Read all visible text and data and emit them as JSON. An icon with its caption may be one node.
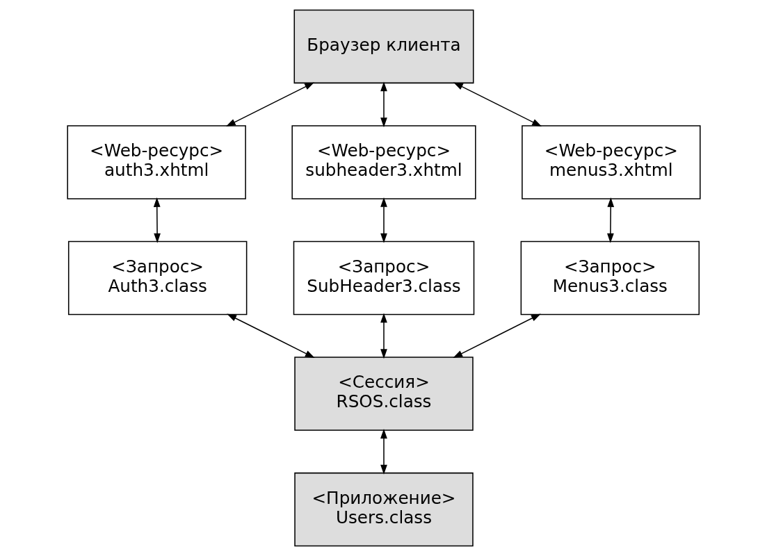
{
  "diagram": {
    "nodes": [
      {
        "text": [
          "Браузер клиента"
        ]
      },
      {
        "text": [
          "<Web-ресурс>",
          "auth3.xhtml"
        ]
      },
      {
        "text": [
          "<Web-ресурс>",
          "subheader3.xhtml"
        ]
      },
      {
        "text": [
          "<Web-ресурс>",
          "menus3.xhtml"
        ]
      },
      {
        "text": [
          "<Запрос>",
          "Auth3.class"
        ]
      },
      {
        "text": [
          "<Запрос>",
          "SubHeader3.class"
        ]
      },
      {
        "text": [
          "<Запрос>",
          "Menus3.class"
        ]
      },
      {
        "text": [
          "<Сессия>",
          "RSOS.class"
        ]
      },
      {
        "text": [
          "<Приложение>",
          "Users.class"
        ]
      }
    ],
    "edges": [
      {
        "from": 0,
        "to": 1,
        "arrow": "both"
      },
      {
        "from": 0,
        "to": 2,
        "arrow": "both"
      },
      {
        "from": 0,
        "to": 3,
        "arrow": "both"
      },
      {
        "from": 1,
        "to": 4,
        "arrow": "both"
      },
      {
        "from": 2,
        "to": 5,
        "arrow": "both"
      },
      {
        "from": 3,
        "to": 6,
        "arrow": "both"
      },
      {
        "from": 4,
        "to": 7,
        "arrow": "both"
      },
      {
        "from": 5,
        "to": 7,
        "arrow": "both"
      },
      {
        "from": 6,
        "to": 7,
        "arrow": "both"
      },
      {
        "from": 7,
        "to": 8,
        "arrow": "both"
      }
    ]
  }
}
